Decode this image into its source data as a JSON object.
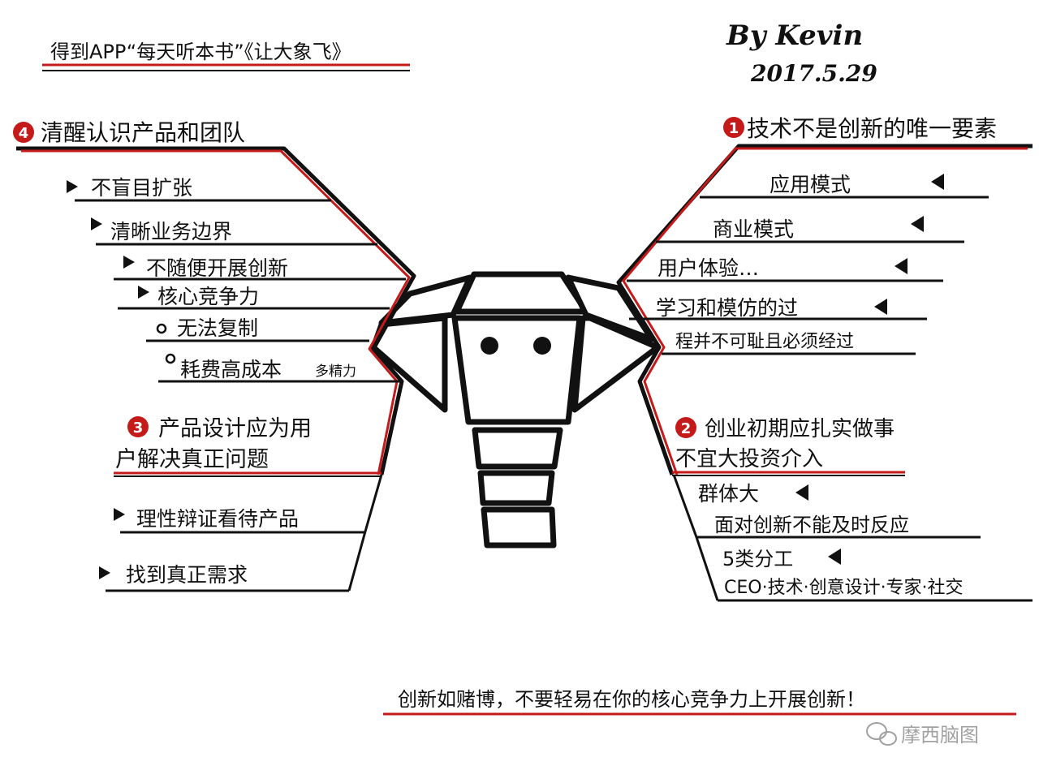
{
  "title": "得到APP“每天听本书”《让大象飞》",
  "author": {
    "name": "By Kevin",
    "date": "2017.5.29"
  },
  "footer": "创新如赌博，不要轻易在你的核心竞争力上开展创新！",
  "watermark": "摩西脑图",
  "colors": {
    "ink": "#111111",
    "accent": "#c41a1a"
  },
  "sections": {
    "s4": {
      "number": "4",
      "title": "清醒认识产品和团队",
      "items": [
        "不盲目扩张",
        "清晰业务边界",
        "不随便开展创新",
        "核心竞争力"
      ],
      "subitems": [
        "无法复制",
        "耗费高成本",
        "多精力"
      ]
    },
    "s1": {
      "number": "1",
      "title": "技术不是创新的唯一要素",
      "items": [
        "应用模式",
        "商业模式",
        "用户体验…",
        "学习和模仿的过",
        "程并不可耻且必须经过"
      ]
    },
    "s3": {
      "number": "3",
      "title_line1": "产品设计应为用",
      "title_line2": "户解决真正问题",
      "items": [
        "理性辩证看待产品",
        "找到真正需求"
      ]
    },
    "s2": {
      "number": "2",
      "title_line1": "创业初期应扎实做事",
      "title_line2": "不宜大投资介入",
      "items": [
        "群体大",
        "面对创新不能及时反应",
        "5类分工",
        "CEO·技术·创意设计·专家·社交"
      ]
    }
  }
}
